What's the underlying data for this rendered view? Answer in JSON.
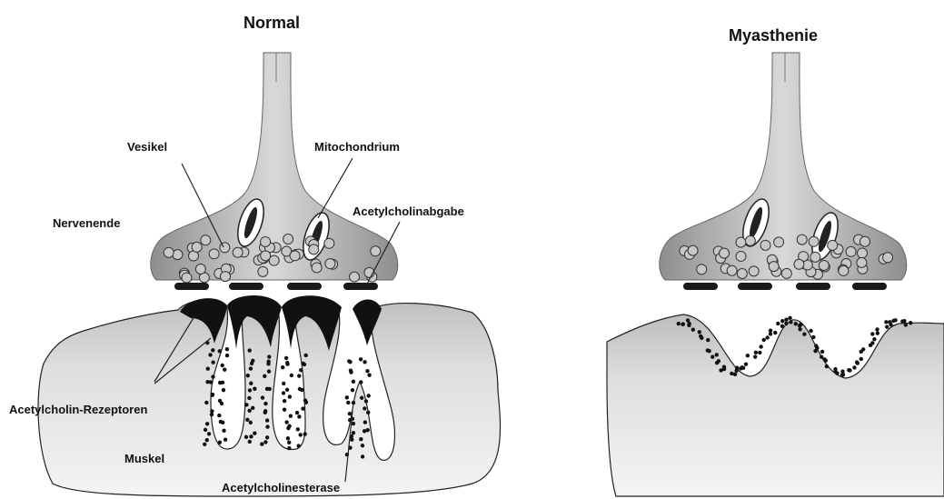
{
  "panels": {
    "normal": {
      "title": "Normal"
    },
    "myasthenia": {
      "title": "Myasthenie"
    }
  },
  "labels": {
    "vesicle": "Vesikel",
    "mitochondrion": "Mitochondrium",
    "nerve_ending": "Nervenende",
    "ach_release": "Acetylcholinabgabe",
    "ach_receptors": "Acetylcholin-Rezeptoren",
    "muscle": "Muskel",
    "acetylcholinesterase": "Acetylcholinesterase"
  },
  "colors": {
    "nerve_gray": "#a8a8a8",
    "muscle_gray": "#cfcfcf",
    "receptor_black": "#111111"
  }
}
